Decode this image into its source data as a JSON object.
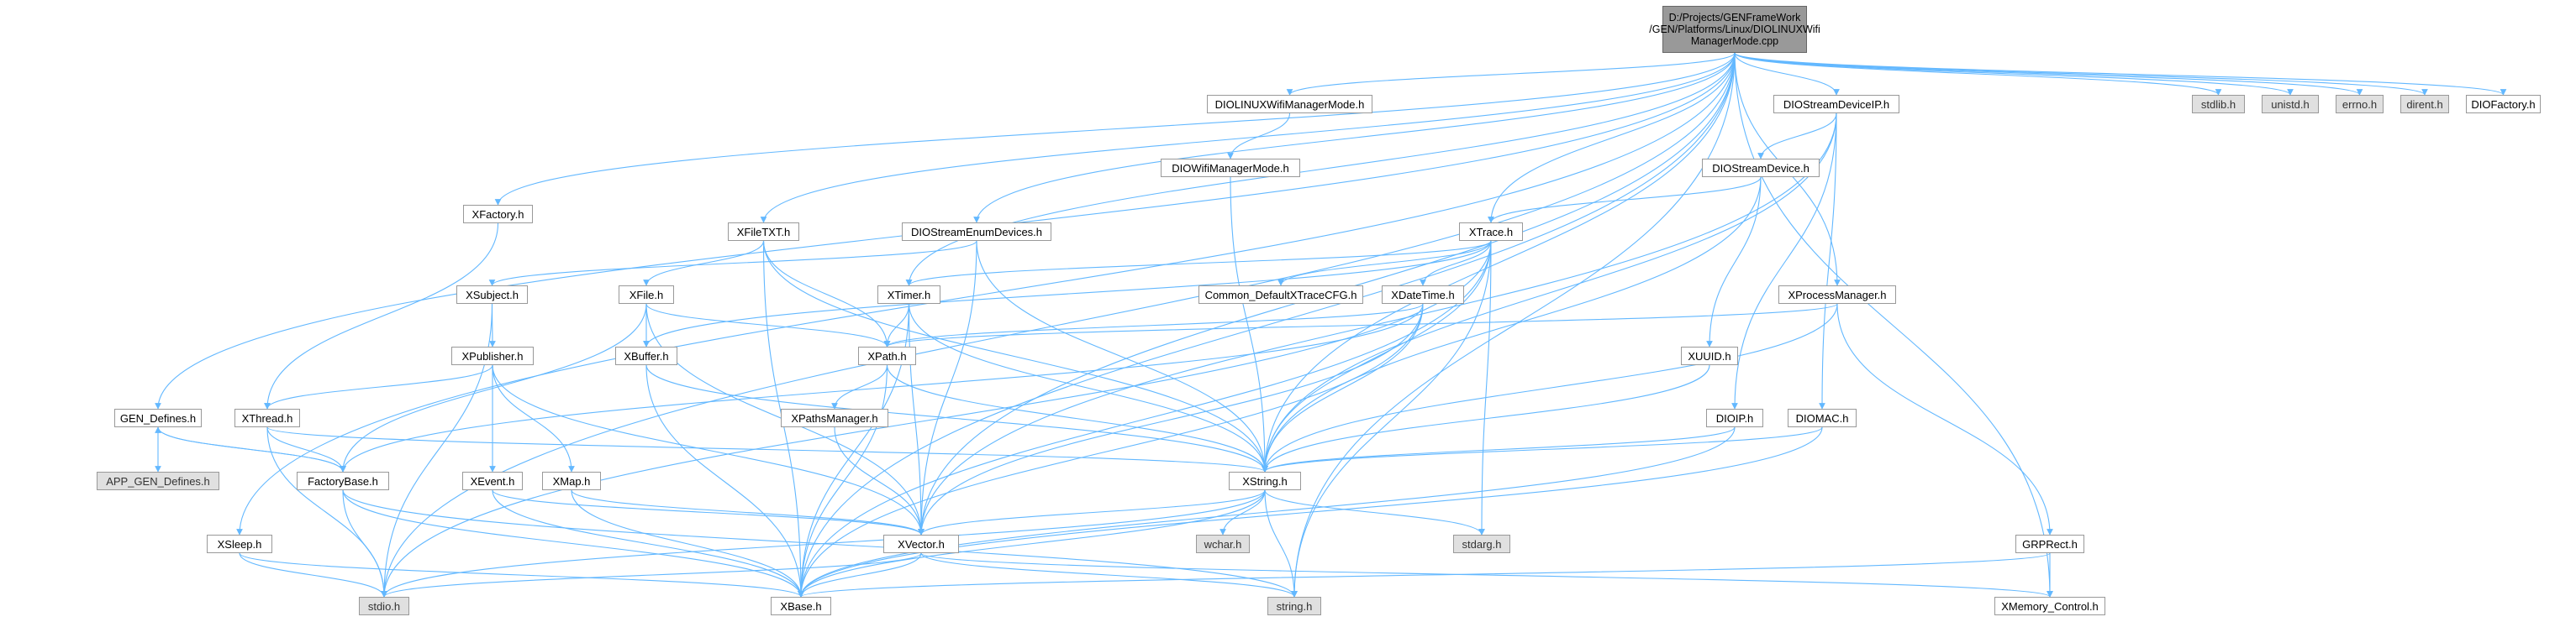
{
  "graph": {
    "edge_color": "#63b8ff",
    "root_fill": "#999999",
    "system_fill": "#e0e0e0",
    "root": "D:/Projects/GENFrameWork\n/GEN/Platforms/Linux/DIOLINUXWifi\nManagerMode.cpp",
    "nodes": {
      "stdlib": "stdlib.h",
      "unistd": "unistd.h",
      "errno": "errno.h",
      "dirent": "dirent.h",
      "diofactory": "DIOFactory.h",
      "diolinuxwifi": "DIOLINUXWifiManagerMode.h",
      "diowifi": "DIOWifiManagerMode.h",
      "xfactory": "XFactory.h",
      "xfiletxt": "XFileTXT.h",
      "diostreamenum": "DIOStreamEnumDevices.h",
      "diostreamdeviceip": "DIOStreamDeviceIP.h",
      "diostreamdevice": "DIOStreamDevice.h",
      "xtrace": "XTrace.h",
      "xsubject": "XSubject.h",
      "xfile": "XFile.h",
      "xtimer": "XTimer.h",
      "commondefault": "Common_DefaultXTraceCFG.h",
      "xdatetime": "XDateTime.h",
      "xprocessmanager": "XProcessManager.h",
      "xpublisher": "XPublisher.h",
      "xbuffer": "XBuffer.h",
      "xpath": "XPath.h",
      "xuuid": "XUUID.h",
      "gendefines": "GEN_Defines.h",
      "xthread": "XThread.h",
      "xpathsmanager": "XPathsManager.h",
      "dioip": "DIOIP.h",
      "diomac": "DIOMAC.h",
      "appgendefines": "APP_GEN_Defines.h",
      "factorybase": "FactoryBase.h",
      "xevent": "XEvent.h",
      "xmap": "XMap.h",
      "xstring": "XString.h",
      "xsleep": "XSleep.h",
      "xvector": "XVector.h",
      "wchar": "wchar.h",
      "stdarg": "stdarg.h",
      "grprect": "GRPRect.h",
      "stdio": "stdio.h",
      "xbase": "XBase.h",
      "string": "string.h",
      "xmemory": "XMemory_Control.h"
    }
  }
}
